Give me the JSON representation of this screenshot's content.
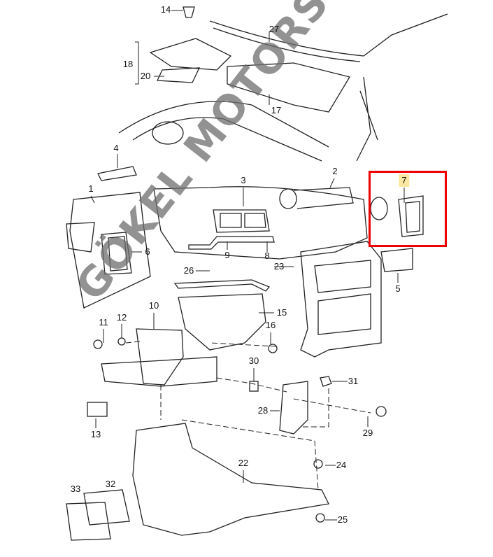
{
  "diagram": {
    "watermark": "GÖKEL MOTORS",
    "highlight_color": "#e00000",
    "highlighted_part": "7",
    "callouts": [
      "14",
      "27",
      "18",
      "20",
      "17",
      "4",
      "1",
      "3",
      "2",
      "7",
      "6",
      "9",
      "8",
      "26",
      "23",
      "5",
      "10",
      "15",
      "11",
      "12",
      "16",
      "30",
      "31",
      "28",
      "29",
      "13",
      "22",
      "24",
      "32",
      "33",
      "25"
    ]
  }
}
